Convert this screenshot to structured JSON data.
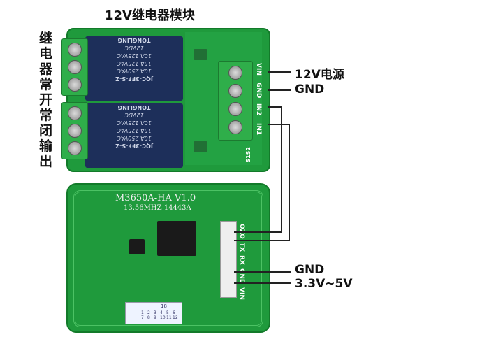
{
  "title": "12V继电器模块",
  "side_label": "继电器常开常闭输出",
  "relay_board": {
    "relays": [
      {
        "model": "JQC-3FF-S-Z",
        "ratings": [
          "10A 250VAC",
          "15A 125VAC",
          "10A 125VAC",
          "12VDC"
        ],
        "brand": "TONGLING"
      },
      {
        "model": "JQC-3FF-S-Z",
        "ratings": [
          "10A 250VAC",
          "15A 125VAC",
          "10A 125VAC",
          "12VDC"
        ],
        "brand": "TONGLING"
      }
    ],
    "pin_labels": [
      "VIN",
      "GND",
      "IN2",
      "IN1"
    ],
    "jumper_label": "S1S2"
  },
  "rfid_board": {
    "model": "M3650A-HA V1.0",
    "spec": "13.56MHZ  14443A",
    "pin_labels": [
      "OZO",
      "TX",
      "RX",
      "GND",
      "VIN"
    ],
    "sticker": {
      "number": "18",
      "cells": [
        "1",
        "2",
        "3",
        "4",
        "5",
        "6",
        "7",
        "8",
        "9",
        "10",
        "11",
        "12"
      ]
    }
  },
  "wiring_labels": {
    "power": "12V电源",
    "gnd_top": "GND",
    "gnd_bottom": "GND",
    "supply": "3.3V~5V"
  }
}
